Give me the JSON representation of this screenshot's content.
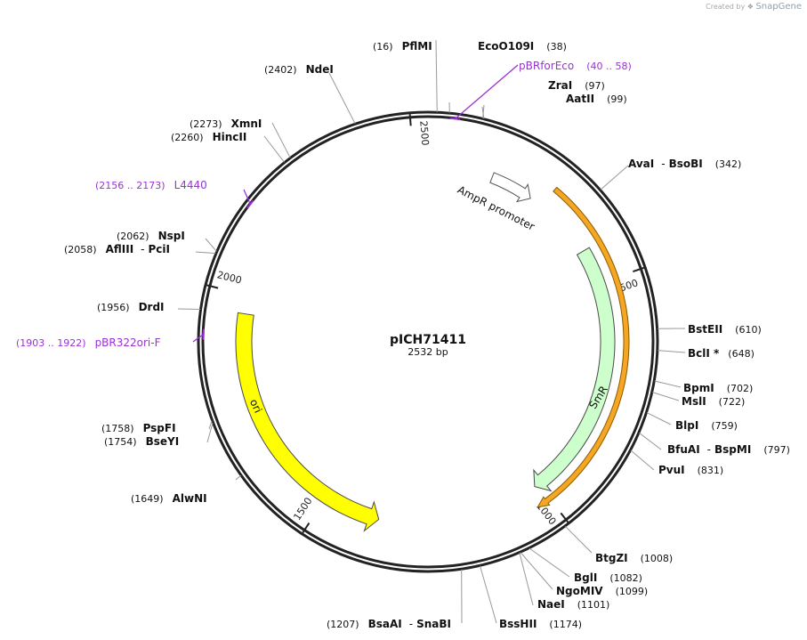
{
  "credit": {
    "prefix": "Created by",
    "brand": "SnapGene"
  },
  "plasmid": {
    "name": "pICH71411",
    "length_text": "2532 bp",
    "length": 2532
  },
  "colors": {
    "backbone": "#222222",
    "primer": "#9b30d9",
    "site_line": "#999999",
    "smr": "#ccffcc",
    "smr_stroke": "#4a4a4a",
    "ori": "#ffff00",
    "orf": "#f5a623",
    "promoter": "#ffffff"
  },
  "ticks": [
    "500",
    "1000",
    "1500",
    "2000",
    "2500"
  ],
  "sites": [
    {
      "pos": "(16)",
      "names": [
        "PflMI"
      ],
      "sep": "",
      "primer": false
    },
    {
      "pos": "(38)",
      "names": [
        "EcoO109I"
      ],
      "sep": "",
      "primer": false
    },
    {
      "pos": "(40 .. 58)",
      "names": [
        "pBRforEco"
      ],
      "sep": "",
      "primer": true
    },
    {
      "pos": "(97)",
      "names": [
        "ZraI"
      ],
      "sep": "",
      "primer": false
    },
    {
      "pos": "(99)",
      "names": [
        "AatII"
      ],
      "sep": "",
      "primer": false
    },
    {
      "pos": "(342)",
      "names": [
        "AvaI",
        "BsoBI"
      ],
      "sep": "-",
      "primer": false
    },
    {
      "pos": "(610)",
      "names": [
        "BstEII"
      ],
      "sep": "",
      "primer": false
    },
    {
      "pos": "(648)",
      "names": [
        "BclI *"
      ],
      "sep": "",
      "primer": false
    },
    {
      "pos": "(702)",
      "names": [
        "BpmI"
      ],
      "sep": "",
      "primer": false
    },
    {
      "pos": "(722)",
      "names": [
        "MslI"
      ],
      "sep": "",
      "primer": false
    },
    {
      "pos": "(759)",
      "names": [
        "BlpI"
      ],
      "sep": "",
      "primer": false
    },
    {
      "pos": "(797)",
      "names": [
        "BfuAI",
        "BspMI"
      ],
      "sep": "-",
      "primer": false
    },
    {
      "pos": "(831)",
      "names": [
        "PvuI"
      ],
      "sep": "",
      "primer": false
    },
    {
      "pos": "(1008)",
      "names": [
        "BtgZI"
      ],
      "sep": "",
      "primer": false
    },
    {
      "pos": "(1082)",
      "names": [
        "BglI"
      ],
      "sep": "",
      "primer": false
    },
    {
      "pos": "(1099)",
      "names": [
        "NgoMIV"
      ],
      "sep": "",
      "primer": false
    },
    {
      "pos": "(1101)",
      "names": [
        "NaeI"
      ],
      "sep": "",
      "primer": false
    },
    {
      "pos": "(1174)",
      "names": [
        "BssHII"
      ],
      "sep": "",
      "primer": false
    },
    {
      "pos": "(1207)",
      "names": [
        "BsaAI",
        "SnaBI"
      ],
      "sep": "-",
      "primer": false
    },
    {
      "pos": "(1649)",
      "names": [
        "AlwNI"
      ],
      "sep": "",
      "primer": false
    },
    {
      "pos": "(1754)",
      "names": [
        "BseYI"
      ],
      "sep": "",
      "primer": false
    },
    {
      "pos": "(1758)",
      "names": [
        "PspFI"
      ],
      "sep": "",
      "primer": false
    },
    {
      "pos": "(1903 .. 1922)",
      "names": [
        "pBR322ori-F"
      ],
      "sep": "",
      "primer": true
    },
    {
      "pos": "(1956)",
      "names": [
        "DrdI"
      ],
      "sep": "",
      "primer": false
    },
    {
      "pos": "(2058)",
      "names": [
        "AflIII",
        "PciI"
      ],
      "sep": "-",
      "primer": false
    },
    {
      "pos": "(2062)",
      "names": [
        "NspI"
      ],
      "sep": "",
      "primer": false
    },
    {
      "pos": "(2156 .. 2173)",
      "names": [
        "L4440"
      ],
      "sep": "",
      "primer": true
    },
    {
      "pos": "(2260)",
      "names": [
        "HincII"
      ],
      "sep": "",
      "primer": false
    },
    {
      "pos": "(2273)",
      "names": [
        "XmnI"
      ],
      "sep": "",
      "primer": false
    },
    {
      "pos": "(2402)",
      "names": [
        "NdeI"
      ],
      "sep": "",
      "primer": false
    }
  ],
  "features": [
    {
      "label": "AmpR promoter",
      "type": "promoter"
    },
    {
      "label": "SmR",
      "type": "CDS"
    },
    {
      "label": "ori",
      "type": "rep_origin"
    }
  ]
}
